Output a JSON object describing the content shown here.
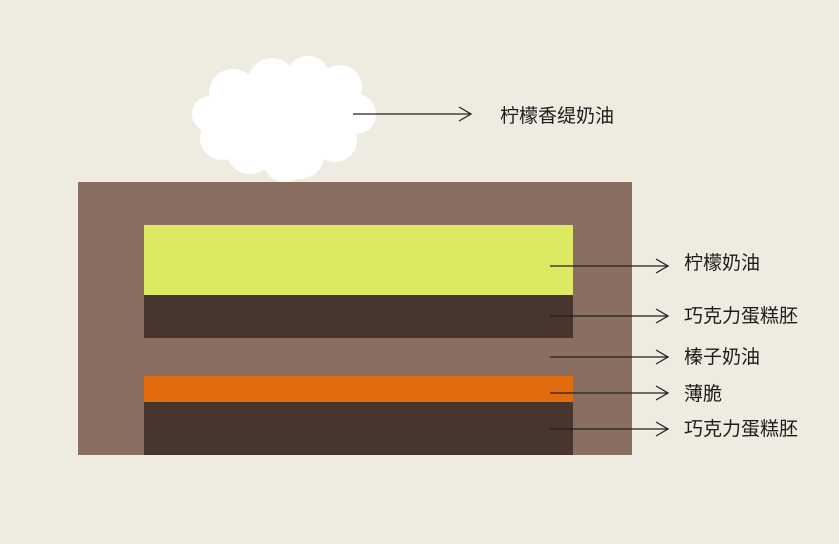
{
  "colors": {
    "background": "#eeebe0",
    "outer_cake": "#8a6e61",
    "cream_lemon": "#dde863",
    "chocolate_sponge": "#46362d",
    "crisp": "#e26b0e",
    "whipped_cream": "#ffffff",
    "arrow": "#222222"
  },
  "layers": [
    {
      "label": "柠檬香缇奶油",
      "color_key": "whipped_cream"
    },
    {
      "label": "柠檬奶油",
      "color_key": "cream_lemon"
    },
    {
      "label": "巧克力蛋糕胚",
      "color_key": "chocolate_sponge"
    },
    {
      "label": "榛子奶油",
      "color_key": "outer_cake"
    },
    {
      "label": "薄脆",
      "color_key": "crisp"
    },
    {
      "label": "巧克力蛋糕胚",
      "color_key": "chocolate_sponge"
    }
  ]
}
